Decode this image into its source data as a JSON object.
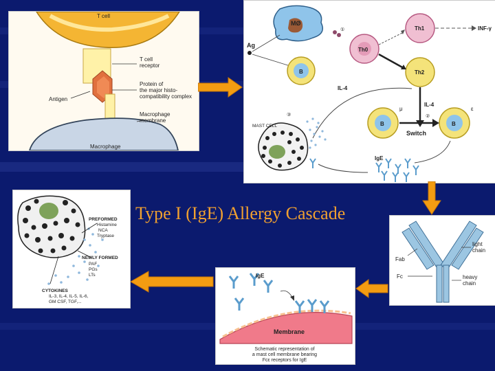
{
  "slide": {
    "title": "Type I (IgE) Allergy Cascade",
    "colors": {
      "background": "#0b1a6e",
      "title": "#f0a030",
      "arrow": "#f39c12"
    }
  },
  "panel_tcell": {
    "t_cell": "T cell",
    "t_cell_receptor_1": "T cell",
    "t_cell_receptor_2": "receptor",
    "mhc_1": "Protein of",
    "mhc_2": "the major histo-",
    "mhc_3": "compatibility complex",
    "antigen": "Antigen",
    "membrane_1": "Macrophage",
    "membrane_2": "membrane",
    "macrophage": "Macrophage"
  },
  "panel_th": {
    "mo": "MØ",
    "ag": "Ag",
    "th0": "Th0",
    "th1": "Th1",
    "th2": "Th2",
    "inf": "INF-γ",
    "il4_left": "IL-4",
    "il4_right": "IL-4",
    "b1": "B",
    "b2": "B",
    "b3": "B",
    "mu": "μ",
    "epsilon": "ε",
    "switch": "Switch",
    "mast_cell": "MAST CELL",
    "ige": "IgE",
    "step1": "①",
    "step2": "②",
    "step3": "③"
  },
  "panel_mast": {
    "preformed": "PREFORMED",
    "histamine": "Histamine",
    "nca": "NCA",
    "tryptase": "Tryptase",
    "newly_formed": "NEWLY FORMED",
    "paf": "PAF",
    "pgs": "PGs",
    "lts": "LTs",
    "cytokines": "CYTOKINES",
    "cyto_1": "IL-3, IL-4, IL-5, IL-6,",
    "cyto_2": "GM CSF, TGF,..."
  },
  "panel_ig": {
    "fab": "Fab",
    "fc": "Fc",
    "light_1": "light",
    "light_2": "chain",
    "heavy_1": "heavy",
    "heavy_2": "chain"
  },
  "panel_membrane": {
    "ige": "IgE",
    "membrane": "Membrane",
    "caption_1": "Schematic representation of",
    "caption_2": "a mast cell membrane bearing",
    "caption_3": "Fcε receptors for IgE"
  }
}
